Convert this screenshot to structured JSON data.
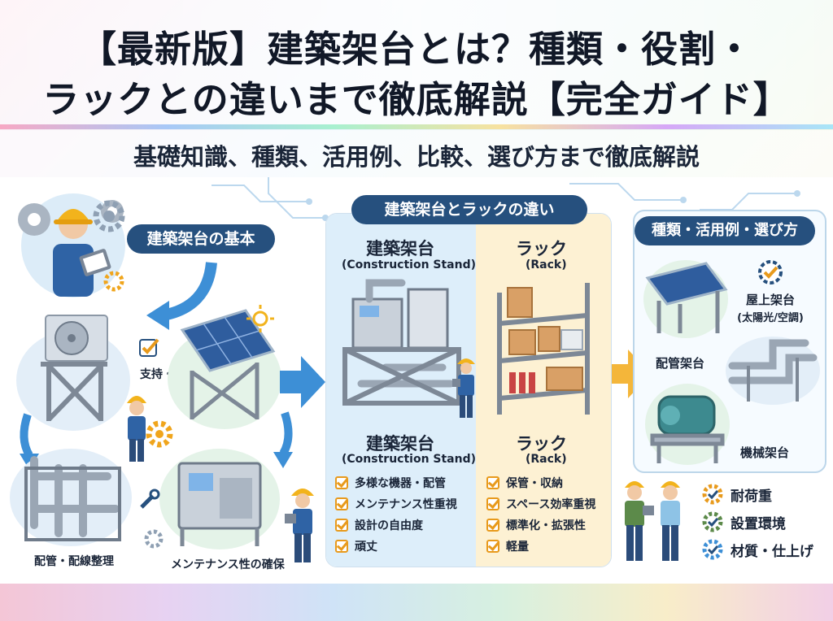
{
  "header": {
    "title_line1": "【最新版】建築架台とは？種類・役割・",
    "title_line2": "ラックとの違いまで徹底解説【完全ガイド】",
    "subtitle": "基礎知識、種類、活用例、比較、選び方まで徹底解説"
  },
  "basics": {
    "heading": "建築架台の基本",
    "labels": {
      "support": "支持・固定",
      "piping": "配管・配線整理",
      "maintenance": "メンテナンス性の確保"
    }
  },
  "comparison": {
    "heading": "建築架台とラックの違い",
    "stand": {
      "title": "建築架台",
      "subtitle": "(Construction Stand)",
      "features": [
        "多様な機器・配管",
        "メンテナンス性重視",
        "設計の自由度",
        "頑丈"
      ]
    },
    "rack": {
      "title": "ラック",
      "subtitle": "(Rack)",
      "features": [
        "保管・収納",
        "スペース効率重視",
        "標準化・拡張性",
        "軽量"
      ]
    }
  },
  "types": {
    "heading": "種類・活用例・選び方",
    "rooftop": "屋上架台",
    "rooftop_note": "(太陽光/空調)",
    "piping_stand": "配管架台",
    "machine_stand": "機械架台"
  },
  "criteria": {
    "items": [
      "耐荷重",
      "設置環境",
      "材質・仕上げ"
    ]
  },
  "colors": {
    "navy": "#26507e",
    "accent_orange": "#e89a1c",
    "stand_bg": "#ddeefa",
    "rack_bg": "#fdf1d3",
    "arrow_blue": "#3d8fd6",
    "arrow_yellow": "#f4b63a"
  }
}
